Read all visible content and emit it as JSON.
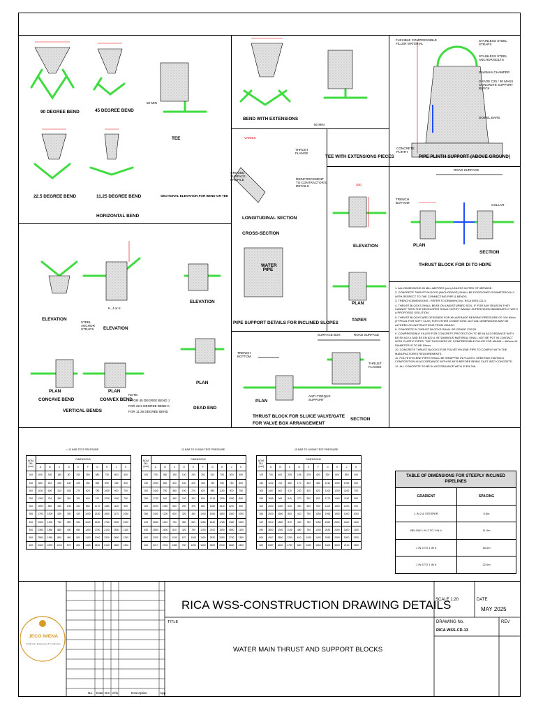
{
  "drawing_labels": {
    "bend_90": "90 DEGREE BEND",
    "bend_45": "45 DEGREE BEND",
    "bend_225": "22.5 DEGREE BEND",
    "bend_1125": "11.25 DEGREE BEND",
    "tee": "TEE",
    "sectional_elev": "SECTIONAL ELEVATION FOR BEND OR TEE",
    "horizontal_bend": "HORIZONTAL BEND",
    "bend_ext": "BEND WITH EXTENSIONS",
    "tee_ext": "TEE WITH EXTENSIONS PIECES",
    "plinth_support": "PIPE PLINTH SUPPORT (ABOVE GROUND)",
    "flex_filler": "FLEXIBLE COMPRESSIBLE FILLER MATERIAL",
    "ss_straps": "STAINLESS STEEL STRAPS",
    "ss_anchor": "STAINLESS STEEL ANCHOR BOLTS",
    "chamfer": "25x25mm CHAMFER",
    "grade_c25": "GRADE C25 / 30 MASS CONCRETE SUPPORT BLOCK",
    "dowel": "DOWEL BARS",
    "conc_plinth": "CONCRETE PLINTH",
    "varies": "VARIES",
    "thrust_flange": "THRUST FLANGE",
    "ground_surface": "GROUND SURFACE PROFILE",
    "reinforcement": "REINFORCEMENT TO CONTRACTOR'S DETAILS",
    "long_section": "LONGITUDINAL SECTION",
    "cross_section": "CROSS-SECTION",
    "water_pipe": "WATER PIPE",
    "pipe_support_inclined": "PIPE SUPPORT DETAILS FOR INCLINED SLOPES",
    "elevation": "ELEVATION",
    "plan": "PLAN",
    "taper": "TAPER",
    "road_surface": "ROAD SURFACE",
    "trench_bottom": "TRENCH BOTTOM",
    "collar": "COLLAR",
    "section": "SECTION",
    "thrust_di_hdpe": "THRUST BLOCK FOR DI TO HDPE",
    "steel_anchor": "STEEL ANCHOR STRAPS",
    "plan_concave": "PLAN",
    "concave_bend": "CONCAVE BEND",
    "plan_convex": "PLAN",
    "convex_bend": "CONVEX BEND",
    "vertical_bends": "VERTICAL BENDS",
    "note": "NOTE:",
    "note_1": "H FOR 45 DEGREE BEND J",
    "note_2": "FOR 22.5 DEGREE BEND K",
    "note_3": "FOR 11.25 DEGREE BEND",
    "dead_end": "DEAD END",
    "surface_box": "SURFACE BOX",
    "anti_torque": "ANTI-TORQUE SUPPORT",
    "sluice_1": "THRUST BLOCK FOR SLUICE VALVE/GATE",
    "sluice_2": "FOR VALVE BOX ARRANGEMENT",
    "min50": "50 MIN",
    "hjk": "H, J or K",
    "dim300": "300"
  },
  "notes": [
    "1. ALL DIMENSIONS IN MILLIMETRES (mm) UNLESS NOTED OTHERWISE.",
    "2. CONCRETE THRUST BLOCKS (ANCHORAGE) SHALL BE POSITIONED SYMMETRICALLY WITH RESPECT TO THE CONNECTING PIPE & BENDS.",
    "3. TRENCH DIMENSIONS : REFER TO DRAWING No. RICA WSS-CD-4.",
    "4. THRUST BLOCKS SHALL BEAR ON UNDISTURBED SOIL. IF FOR ANY REASON THEY CANNOT THEN THE DEVELOPER SHALL NOTIFY WASAC SUPERVISION IMMEDIATELY WITH A PROPOSED SOLUTION.",
    "5. THRUST BLOCKS ARE DESIGNED FOR AN AVERAGE BEARING PRESSURE OF 100 KN/m (TYPICAL FOR SOFT CLAY) FOR OTHER CONDITIONS. ACTUAL DIMENSIONS MAY BE ALTERED ON INSTRUCTIONS FROM WASAC.",
    "8. CONCRETE IN THRUST BLOCKS SHALL BE GRADE C20/25.",
    "9. COMPRESSIBLE FILLER FOR CONCRETE PROTECTION TO BE IN ACCORDANCE WITH BS EN 622-1 AND BS EN 622-4. BITUMINOUS MATERIAL SHALL NOT BE PUT IN CONTACT WITH PLASTIC PIPES. THE THICKNESS OF COMPRESSIBLE FILLER FOR MAINS < 450mm IN DIAMETER IS TO BE 10mm.",
    "10. CONCRETE THRUST BLOCKS FOR POLYETHYLENE PIPE TO COMPLY WITH THE MANUFACTURES REQUIREMENTS.",
    "11. POLYETHYLENE PIPES SHALL BE WRAPPED IN PLASTIC SHEETING HAVING A COMPOSITION IN ACCORDANCE WITH BS 6076 BEFORE BEING CAST INTO CONCRETE.",
    "12. ALL CONCRETE TO BE IN ACCORDANCE WITH IS EN 206."
  ],
  "pressure_tables": [
    {
      "title": "< 12 BAR TEST PRESSURE",
      "nom_dia": "NOM. DIA. (mm)",
      "dim_header": "DIMENSIONS",
      "cols": [
        "A",
        "B",
        "C",
        "D",
        "E",
        "F",
        "G",
        "H",
        "J",
        "K"
      ],
      "rows": [
        [
          "100",
          "600",
          "330",
          "180",
          "80",
          "200",
          "250",
          "580",
          "730",
          "800",
          "400"
        ],
        [
          "150",
          "850",
          "510",
          "250",
          "130",
          "225",
          "450",
          "550",
          "890",
          "335",
          "500"
        ],
        [
          "200",
          "1150",
          "600",
          "310",
          "185",
          "270",
          "620",
          "780",
          "1050",
          "900",
          "700"
        ],
        [
          "250",
          "1350",
          "784",
          "380",
          "260",
          "300",
          "600",
          "970",
          "1295",
          "1000",
          "750"
        ],
        [
          "300",
          "1590",
          "850",
          "450",
          "235",
          "320",
          "850",
          "1170",
          "1480",
          "1100",
          "950"
        ],
        [
          "350",
          "1750",
          "1000",
          "430",
          "300",
          "420",
          "1000",
          "1530",
          "1650",
          "1170",
          "1050"
        ],
        [
          "400",
          "2050",
          "1400",
          "750",
          "350",
          "500",
          "1020",
          "1530",
          "1780",
          "2000",
          "1000"
        ],
        [
          "450",
          "2380",
          "1550",
          "880",
          "430",
          "650",
          "1300",
          "1750",
          "2100",
          "2530",
          "1150"
        ],
        [
          "500",
          "2580",
          "1950",
          "850",
          "480",
          "800",
          "1400",
          "2000",
          "2300",
          "2600",
          "1250"
        ],
        [
          "600",
          "4320",
          "2200",
          "1100",
          "570",
          "600",
          "1400",
          "2840",
          "2150",
          "2800",
          "1300"
        ]
      ]
    },
    {
      "title": "12 BAR TO 15 BAR TEST PRESSURE",
      "nom_dia": "NOM. DIA. (mm)",
      "dim_header": "DIMENSIONS",
      "cols": [
        "A",
        "B",
        "C",
        "D",
        "E",
        "F",
        "G",
        "H",
        "J",
        "K"
      ],
      "rows": [
        [
          "100",
          "700",
          "380",
          "190",
          "100",
          "200",
          "250",
          "510",
          "750",
          "800",
          "450"
        ],
        [
          "150",
          "1050",
          "650",
          "320",
          "150",
          "225",
          "450",
          "750",
          "950",
          "760",
          "600"
        ],
        [
          "200",
          "1400",
          "750",
          "380",
          "190",
          "270",
          "620",
          "980",
          "1150",
          "900",
          "750"
        ],
        [
          "250",
          "1700",
          "840",
          "480",
          "240",
          "320",
          "800",
          "1215",
          "1395",
          "1050",
          "850"
        ],
        [
          "300",
          "2000",
          "1050",
          "550",
          "290",
          "375",
          "850",
          "1380",
          "1640",
          "1200",
          "950"
        ],
        [
          "350",
          "2400",
          "1200",
          "620",
          "320",
          "450",
          "1000",
          "1650",
          "1850",
          "1300",
          "1050"
        ],
        [
          "400",
          "2680",
          "1410",
          "750",
          "380",
          "500",
          "1050",
          "1840",
          "1785",
          "1360",
          "1050"
        ],
        [
          "450",
          "2850",
          "1600",
          "810",
          "420",
          "750",
          "1200",
          "2100",
          "1650",
          "1800",
          "1150"
        ],
        [
          "500",
          "3300",
          "2210",
          "1150",
          "670",
          "1000",
          "1400",
          "2830",
          "2050",
          "1750",
          "1350"
        ],
        [
          "600",
          "5217",
          "2718",
          "1380",
          "750",
          "1000",
          "1500",
          "3300",
          "2000",
          "1650",
          "1300"
        ]
      ]
    },
    {
      "title": "15 BAR TO 18 BAR TEST PRESSURE",
      "nom_dia": "NOM. DIA. (mm)",
      "dim_header": "DIMENSIONS",
      "cols": [
        "A",
        "B",
        "C",
        "D",
        "E",
        "F",
        "G",
        "H",
        "J",
        "K"
      ],
      "rows": [
        [
          "100",
          "700",
          "400",
          "205",
          "105",
          "225",
          "400",
          "520",
          "800",
          "850",
          "400"
        ],
        [
          "150",
          "1222",
          "700",
          "360",
          "170",
          "300",
          "480",
          "1010",
          "1000",
          "1015",
          "600"
        ],
        [
          "200",
          "1457",
          "800",
          "410",
          "230",
          "330",
          "620",
          "1200",
          "1200",
          "1100",
          "700"
        ],
        [
          "250",
          "1665",
          "965",
          "540",
          "270",
          "350",
          "800",
          "1270",
          "1460",
          "1150",
          "850"
        ],
        [
          "300",
          "2000",
          "1000",
          "640",
          "300",
          "450",
          "900",
          "1400",
          "1800",
          "1200",
          "900"
        ],
        [
          "350",
          "2620",
          "1650",
          "800",
          "410",
          "750",
          "1050",
          "1950",
          "1900",
          "1400",
          "1000"
        ],
        [
          "400",
          "3010",
          "1800",
          "870",
          "400",
          "750",
          "1050",
          "2350",
          "2600",
          "1600",
          "1150"
        ],
        [
          "450",
          "3800",
          "2300",
          "1150",
          "480",
          "750",
          "1200",
          "2630",
          "2400",
          "1600",
          "1150"
        ],
        [
          "500",
          "4347",
          "2800",
          "1250",
          "610",
          "1000",
          "1400",
          "2650",
          "2300",
          "1800",
          "1250"
        ],
        [
          "600",
          "6087",
          "3400",
          "1750",
          "830",
          "1000",
          "1500",
          "4300",
          "3300",
          "2100",
          "1350"
        ]
      ]
    }
  ],
  "gradient_table": {
    "title": "TABLE OF DIMENSIONS FOR STEEPLY INCLINED PIPELINES",
    "col_gradient": "GRADIENT",
    "col_spacing": "SPACING",
    "rows": [
      {
        "gradient": "1 IN 2 & STEEPER",
        "spacing": "5.5m"
      },
      {
        "gradient": "BELOW 1 IN 2 TO 1 IN 4",
        "spacing": "11.0m"
      },
      {
        "gradient": "1 IN 4 TO 1 IN 5",
        "spacing": "16.0m"
      },
      {
        "gradient": "1 IN 5 TO 1 IN 6",
        "spacing": "22.0m"
      }
    ]
  },
  "title_block": {
    "project": "RICA WSS-CONSTRUCTION DRAWING DETAILS",
    "scale": "SCALE 1:20",
    "date_label": "DATE",
    "date": "MAY 2025",
    "title_label": "TITLE",
    "title": "WATER MAIN THRUST AND SUPPORT BLOCKS",
    "drawing_no_label": "DRAWING No.",
    "drawing_no": "RICA WSS-CD-13",
    "rev_label": "REV",
    "rev_cols": [
      "No.",
      "Date",
      "Drn",
      "Chk",
      "Description",
      "App"
    ],
    "logo_text": "JECO IMENA",
    "logo_sub": "Architecture Engineering & Construction"
  },
  "colors": {
    "pipe_green": "#3fdc3f",
    "concrete": "#c9c9c9",
    "dim_red": "#e00000",
    "blue": "#1e4cff",
    "logo_gold": "#d89a2a"
  }
}
